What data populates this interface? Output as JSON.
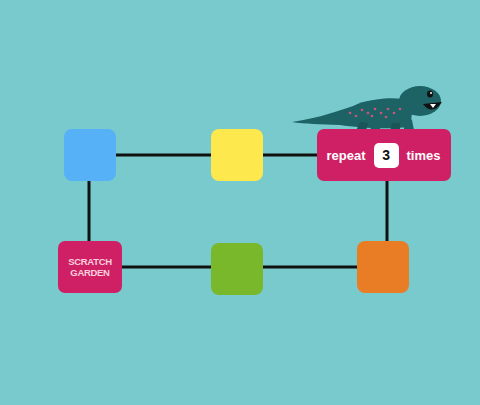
{
  "diagram": {
    "nodes": [
      {
        "text": [
          "repeat",
          "3",
          "times"
        ]
      },
      {
        "text": [
          "SCRATCH GARDEN"
        ]
      }
    ]
  }
}
